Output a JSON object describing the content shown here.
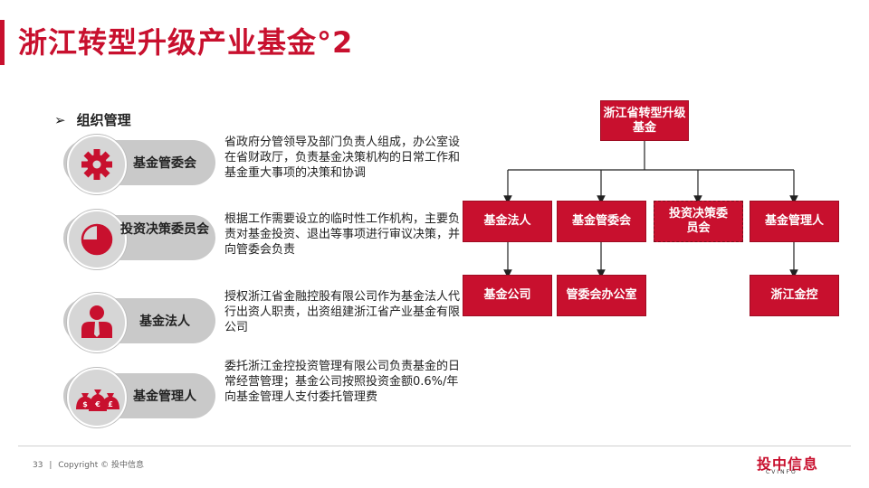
{
  "title": "浙江转型升级产业基金°2",
  "section": {
    "arrow": "➢",
    "label": "组织管理"
  },
  "rows": [
    {
      "icon": "gear-icon",
      "label": "基金管委会",
      "desc": "省政府分管领导及部门负责人组成，办公室设在省财政厅，负责基金决策机构的日常工作和基金重大事项的决策和协调"
    },
    {
      "icon": "pie-chart-icon",
      "label": "投资决策委员会",
      "desc": "根据工作需要设立的临时性工作机构，主要负责对基金投资、退出等事项进行审议决策，并向管委会负责"
    },
    {
      "icon": "person-icon",
      "label": "基金法人",
      "desc": "授权浙江省金融控股有限公司作为基金法人代行出资人职责，出资组建浙江省产业基金有限公司"
    },
    {
      "icon": "money-bags-icon",
      "label": "基金管理人",
      "desc": "委托浙江金控投资管理有限公司负责基金的日常经营管理；基金公司按照投资金额0.6%/年向基金管理人支付委托管理费"
    }
  ],
  "org": {
    "root": "浙江省转型升级基金",
    "level2": [
      "基金法人",
      "基金管委会",
      "投资决策委员会",
      "基金管理人"
    ],
    "level3": [
      "基金公司",
      "管委会办公室",
      "浙江金控"
    ]
  },
  "footer": {
    "page": "33",
    "copyright": "Copyright © 投中信息"
  },
  "logo": {
    "text": "投中信息",
    "sub": "CVINFO"
  },
  "colors": {
    "accent": "#c8102e",
    "pill": "#c9c9c9"
  }
}
